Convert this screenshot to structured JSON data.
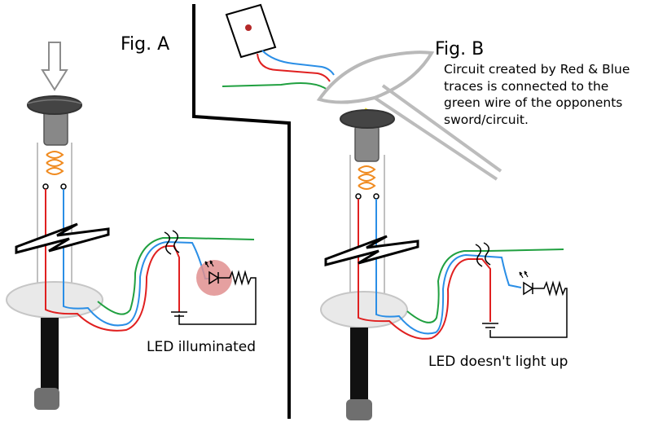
{
  "fig_a": {
    "title": "Fig. A",
    "caption": "LED illuminated"
  },
  "fig_b": {
    "title": "Fig. B",
    "description": "Circuit created by Red & Blue\ntraces is connected to the\ngreen wire of the opponents\nsword/circuit.",
    "caption": "LED doesn't light up"
  },
  "colors": {
    "red_wire": "#e02020",
    "blue_wire": "#2a8ee6",
    "green_wire": "#20a040",
    "spring": "#f08a1e",
    "led_glow": "#e08f8f",
    "contact_spark": "#f2e32a",
    "blade_outline": "#b9b9b9",
    "guard_fill": "#e9e9e9",
    "handle": "#111111",
    "pommel": "#6f6f6f",
    "tip_tip": "#444444",
    "tip_body": "#888888",
    "sensor_dot": "#b42828"
  }
}
